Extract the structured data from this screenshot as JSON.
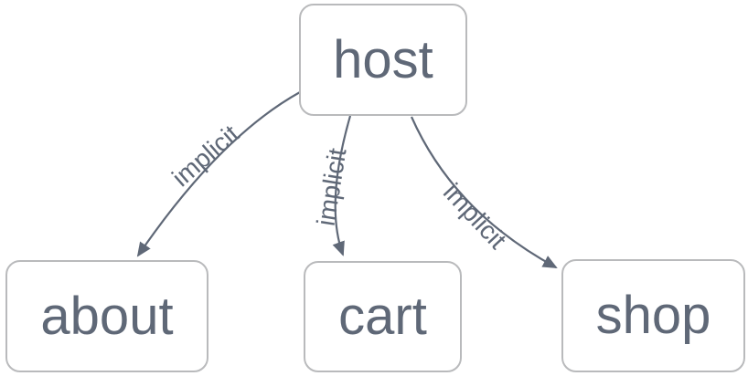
{
  "diagram": {
    "type": "flowchart-top-down",
    "nodes": [
      {
        "id": "host",
        "label": "host"
      },
      {
        "id": "about",
        "label": "about"
      },
      {
        "id": "cart",
        "label": "cart"
      },
      {
        "id": "shop",
        "label": "shop"
      }
    ],
    "edges": [
      {
        "from": "host",
        "to": "about",
        "label": "implicit"
      },
      {
        "from": "host",
        "to": "cart",
        "label": "implicit"
      },
      {
        "from": "host",
        "to": "shop",
        "label": "implicit"
      }
    ],
    "colors": {
      "background": "#ffffff",
      "node_fill": "#ffffff",
      "node_border": "#b9babc",
      "node_text": "#5f6877",
      "edge_stroke": "#5f6877",
      "edge_label_text": "#5f6877"
    }
  }
}
